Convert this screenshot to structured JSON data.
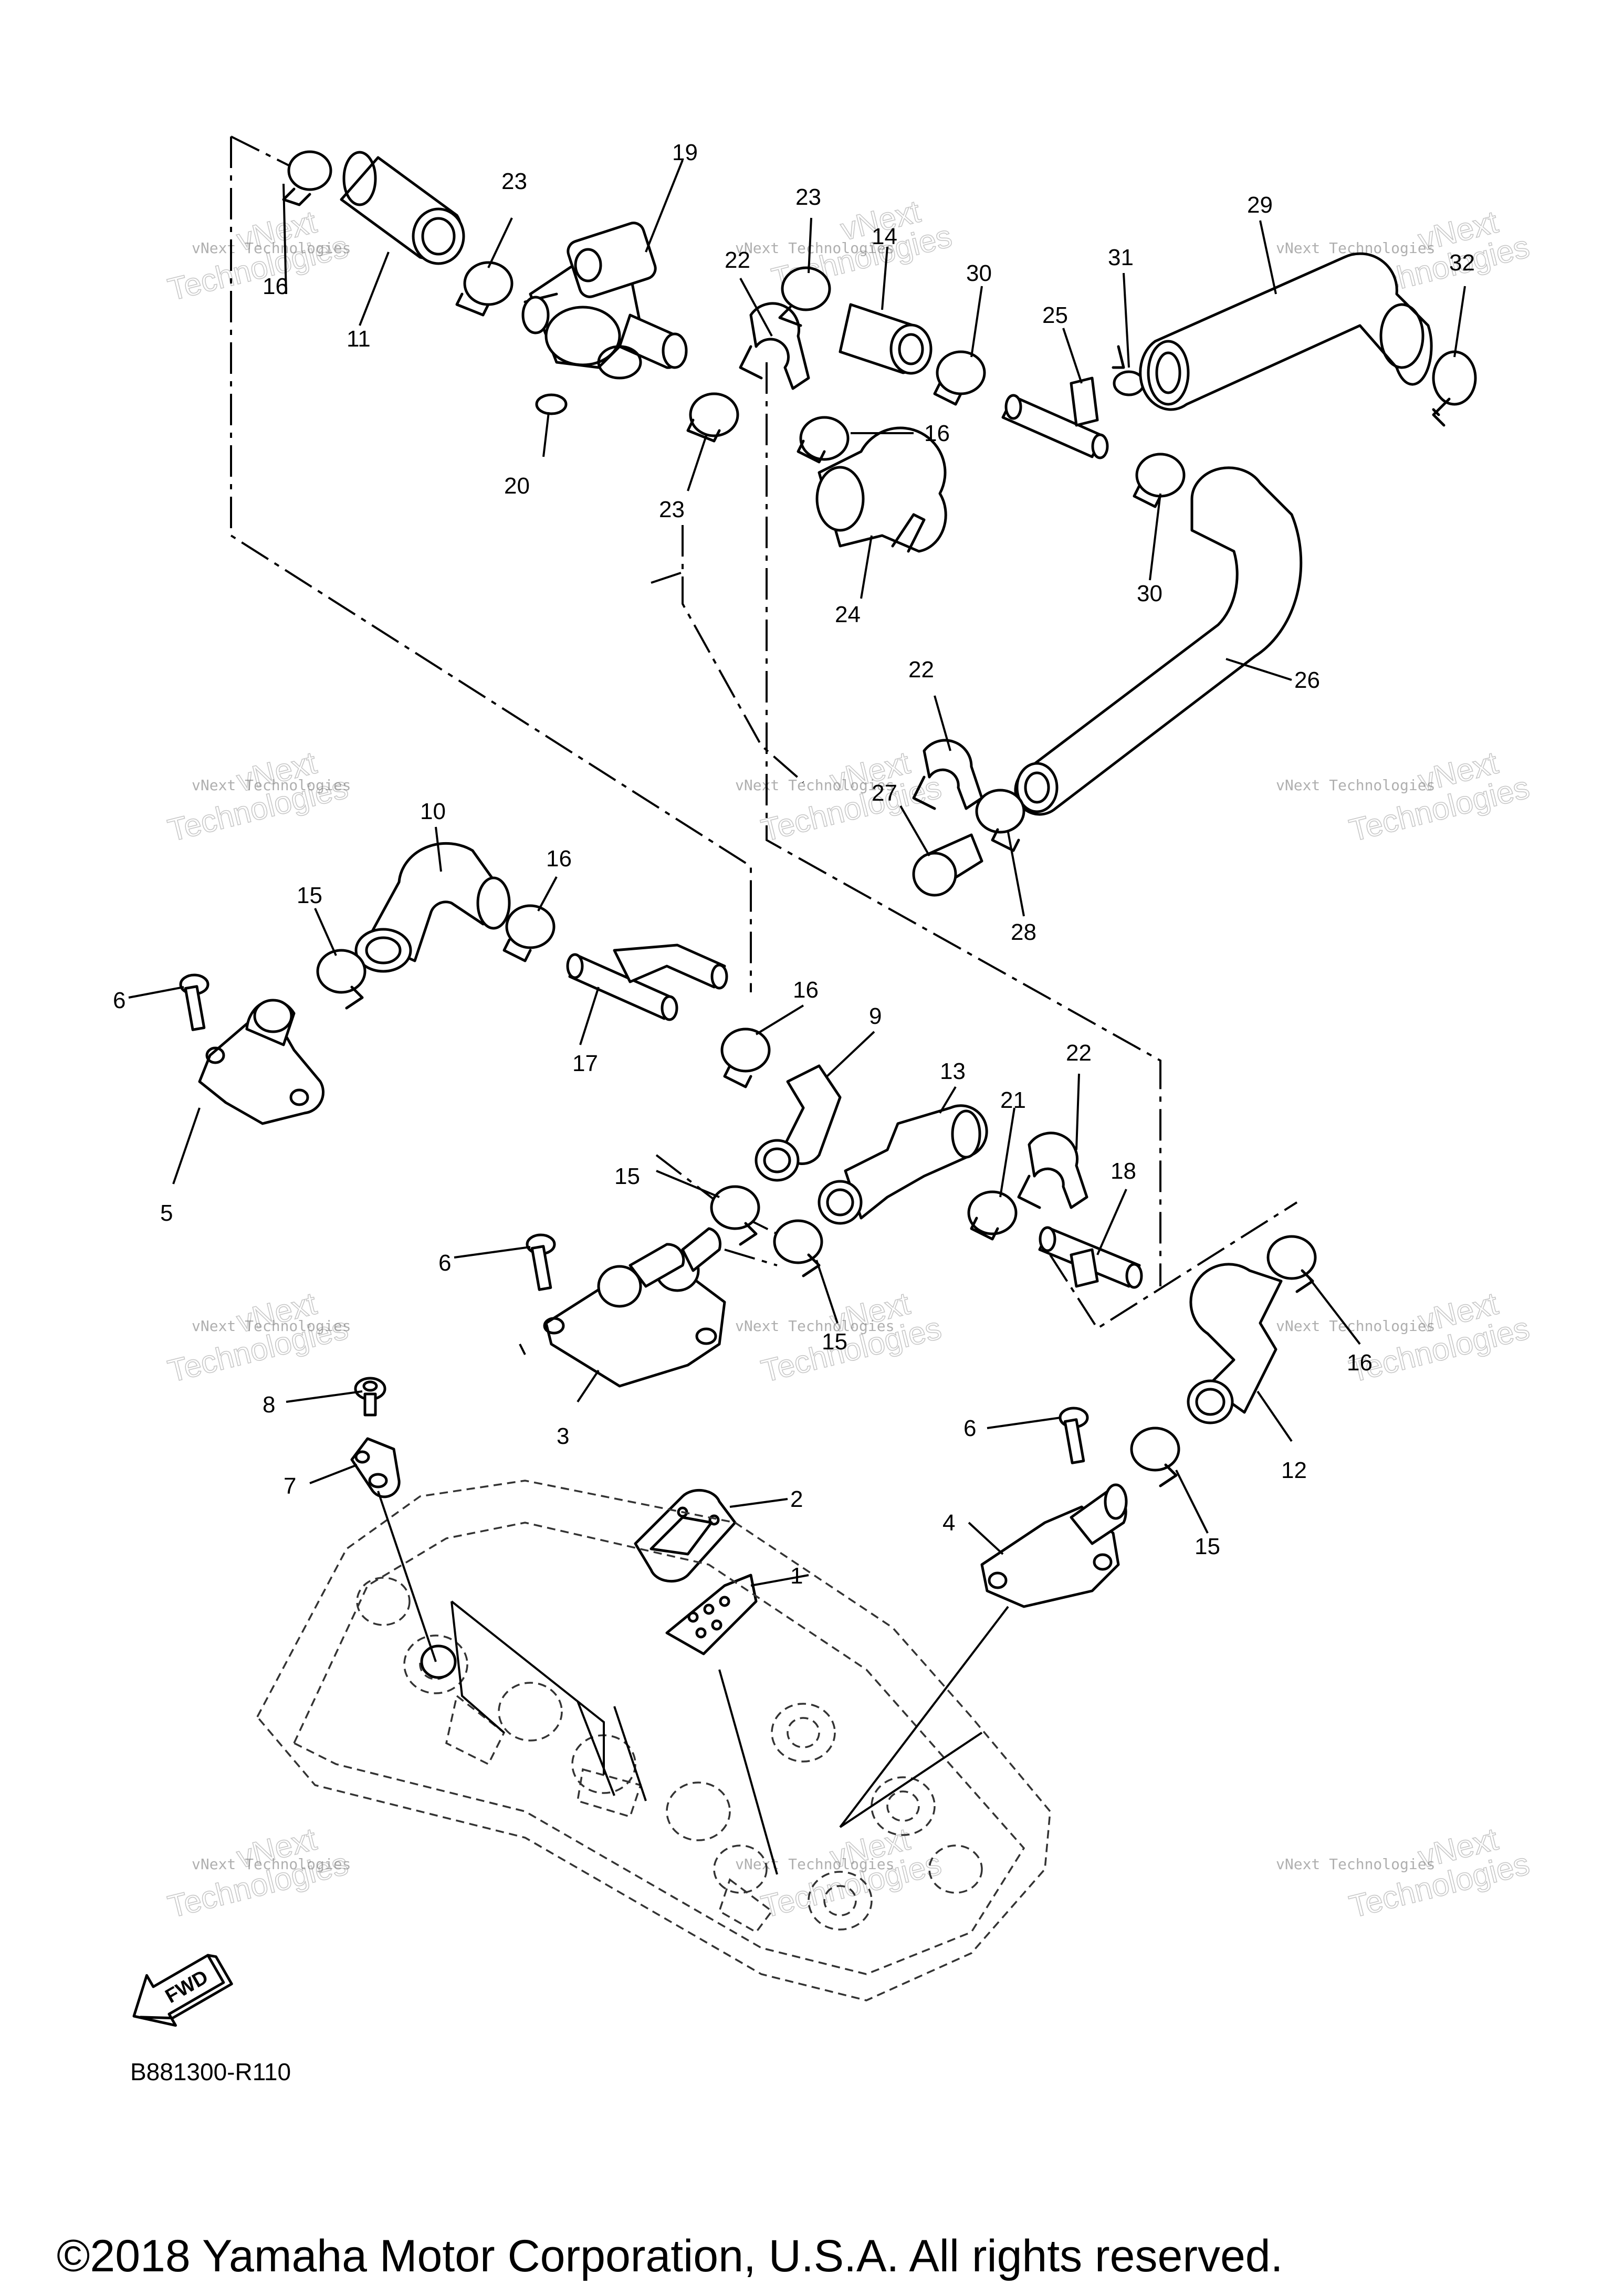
{
  "diagram": {
    "part_code": "B881300-R110",
    "copyright": "©2018 Yamaha Motor Corporation, U.S.A. All rights reserved.",
    "direction_label": "FWD",
    "watermark": {
      "small": "vNext Technologies",
      "big_line1": "vNext",
      "big_line2": "Technologies"
    },
    "callouts": [
      {
        "id": "c1",
        "label": "1"
      },
      {
        "id": "c2",
        "label": "2"
      },
      {
        "id": "c3",
        "label": "3"
      },
      {
        "id": "c4",
        "label": "4"
      },
      {
        "id": "c5",
        "label": "5"
      },
      {
        "id": "c6a",
        "label": "6"
      },
      {
        "id": "c6b",
        "label": "6"
      },
      {
        "id": "c6c",
        "label": "6"
      },
      {
        "id": "c7",
        "label": "7"
      },
      {
        "id": "c8",
        "label": "8"
      },
      {
        "id": "c9",
        "label": "9"
      },
      {
        "id": "c10",
        "label": "10"
      },
      {
        "id": "c11",
        "label": "11"
      },
      {
        "id": "c12",
        "label": "12"
      },
      {
        "id": "c13",
        "label": "13"
      },
      {
        "id": "c14",
        "label": "14"
      },
      {
        "id": "c15a",
        "label": "15"
      },
      {
        "id": "c15b",
        "label": "15"
      },
      {
        "id": "c15c",
        "label": "15"
      },
      {
        "id": "c15d",
        "label": "15"
      },
      {
        "id": "c16a",
        "label": "16"
      },
      {
        "id": "c16b",
        "label": "16"
      },
      {
        "id": "c16c",
        "label": "16"
      },
      {
        "id": "c16d",
        "label": "16"
      },
      {
        "id": "c16e",
        "label": "16"
      },
      {
        "id": "c17",
        "label": "17"
      },
      {
        "id": "c18",
        "label": "18"
      },
      {
        "id": "c19",
        "label": "19"
      },
      {
        "id": "c20",
        "label": "20"
      },
      {
        "id": "c21",
        "label": "21"
      },
      {
        "id": "c22a",
        "label": "22"
      },
      {
        "id": "c22b",
        "label": "22"
      },
      {
        "id": "c22c",
        "label": "22"
      },
      {
        "id": "c23a",
        "label": "23"
      },
      {
        "id": "c23b",
        "label": "23"
      },
      {
        "id": "c23c",
        "label": "23"
      },
      {
        "id": "c24",
        "label": "24"
      },
      {
        "id": "c25",
        "label": "25"
      },
      {
        "id": "c26",
        "label": "26"
      },
      {
        "id": "c27",
        "label": "27"
      },
      {
        "id": "c28",
        "label": "28"
      },
      {
        "id": "c29",
        "label": "29"
      },
      {
        "id": "c30a",
        "label": "30"
      },
      {
        "id": "c30b",
        "label": "30"
      },
      {
        "id": "c31",
        "label": "31"
      },
      {
        "id": "c32",
        "label": "32"
      }
    ]
  }
}
